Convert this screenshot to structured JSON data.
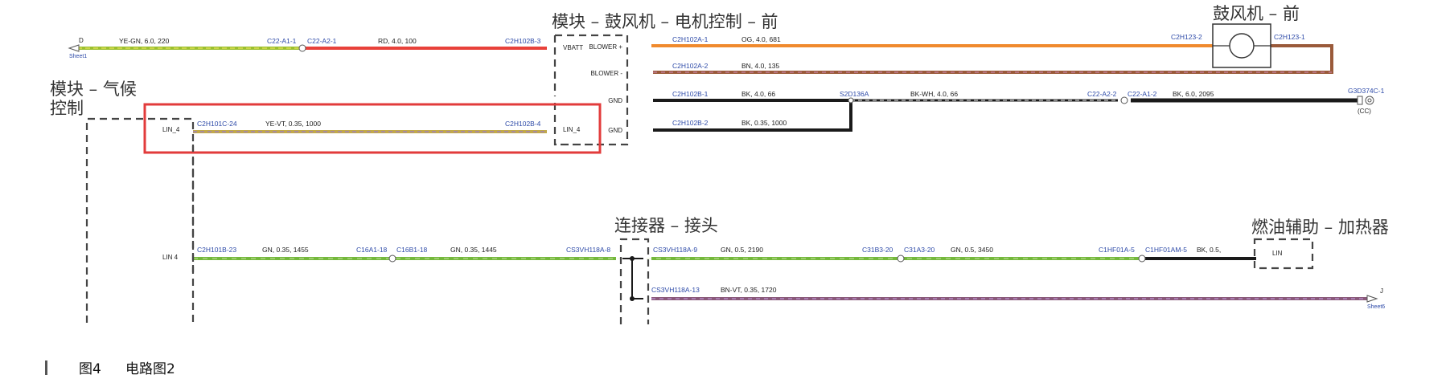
{
  "modules": {
    "blower_motor_ctrl_front": "模块 – 鼓风机 – 电机控制 – 前",
    "blower_front": "鼓风机 – 前",
    "climate_module_line1": "模块 – 气候",
    "climate_module_line2": "控制",
    "connector_splice": "连接器 – 接头",
    "fuel_aux_heater": "燃油辅助 – 加热器"
  },
  "pins": {
    "vbatt": "VBATT",
    "blower_pos": "BLOWER +",
    "blower_neg": "BLOWER -",
    "gnd1": "GND",
    "gnd2": "GND",
    "lin4_ctrl": "LIN_4",
    "lin4_module": "LIN_4",
    "lin4_lower": "LIN 4",
    "lin_heater": "LIN"
  },
  "sheet_refs": {
    "left_letter": "D",
    "left_sheet": "Sheet1",
    "right_letter": "J",
    "right_sheet": "Sheet6",
    "ground_ref": "(CC)"
  },
  "wires": {
    "w1_spec": "YE-GN, 6.0, 220",
    "w2_spec": "RD, 4.0, 100",
    "w3_spec": "OG, 4.0, 681",
    "w4_spec": "BN, 4.0, 135",
    "w5_spec": "BK, 4.0, 66",
    "w6_spec": "BK-WH, 4.0, 66",
    "w7_spec": "BK, 6.0, 2095",
    "w8_spec": "BK, 0.35, 1000",
    "w9_spec": "YE-VT, 0.35, 1000",
    "w10_spec": "GN, 0.35, 1455",
    "w11_spec": "GN, 0.35, 1445",
    "w12_spec": "GN, 0.5, 2190",
    "w13_spec": "GN, 0.5, 3450",
    "w14_spec": "BK, 0.5,",
    "w15_spec": "BN-VT, 0.35, 1720"
  },
  "connectors": {
    "c22a11": "C22-A1-1",
    "c22a21": "C22-A2-1",
    "c2h102b3": "C2H102B-3",
    "c2h102a1": "C2H102A-1",
    "c2h102a2": "C2H102A-2",
    "c2h123_2": "C2H123-2",
    "c2h123_1": "C2H123-1",
    "c2h102b1": "C2H102B-1",
    "s2d136a": "S2D136A",
    "c22a22": "C22-A2-2",
    "c22a12": "C22-A1-2",
    "g3d374c1": "G3D374C-1",
    "c2h102b2": "C2H102B-2",
    "c2h101c24": "C2H101C-24",
    "c2h102b4": "C2H102B-4",
    "c2h101b23": "C2H101B-23",
    "c16a118": "C16A1-18",
    "c16b118": "C16B1-18",
    "cs3vh118a8": "CS3VH118A-8",
    "cs3vh118a9": "CS3VH118A-9",
    "c31b320": "C31B3-20",
    "c31a320": "C31A3-20",
    "c1hf01a5": "C1HF01A-5",
    "c1hf01am5": "C1HF01AM-5",
    "cs3vh118a13": "CS3VH118A-13"
  },
  "caption": {
    "figure": "图4",
    "title": "电路图2"
  },
  "colors": {
    "yellow_green": "#8fbf3a",
    "red": "#e8413a",
    "orange": "#f08a2e",
    "brown": "#9a5a3a",
    "black": "#1a1a1a",
    "green": "#74b83c",
    "yellow_violet": "#b7a86a",
    "brown_violet": "#8a5a7a",
    "highlight": "#e23b3b"
  }
}
